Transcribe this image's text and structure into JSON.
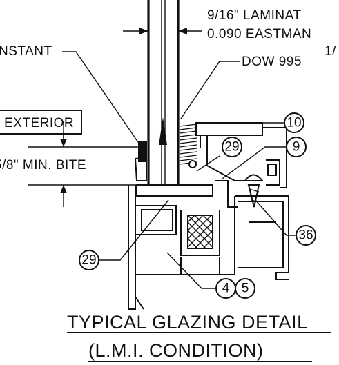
{
  "labels": {
    "laminated_glass": "9/16\" LAMINAT",
    "interlayer": "0.090 EASTMAN",
    "partial_note": "1/",
    "sealant_left": "NSTANT",
    "sealant_dow": "DOW 995",
    "exterior": "EXTERIOR",
    "bite": "5/8\"  MIN.  BITE"
  },
  "callouts": {
    "c10": "10",
    "c29_upper": "29",
    "c9": "9",
    "c36": "36",
    "c29_lower": "29",
    "c4": "4",
    "c5": "5"
  },
  "title": "TYPICAL  GLAZING  DETAIL",
  "subtitle": "(L.M.I.  CONDITION)"
}
